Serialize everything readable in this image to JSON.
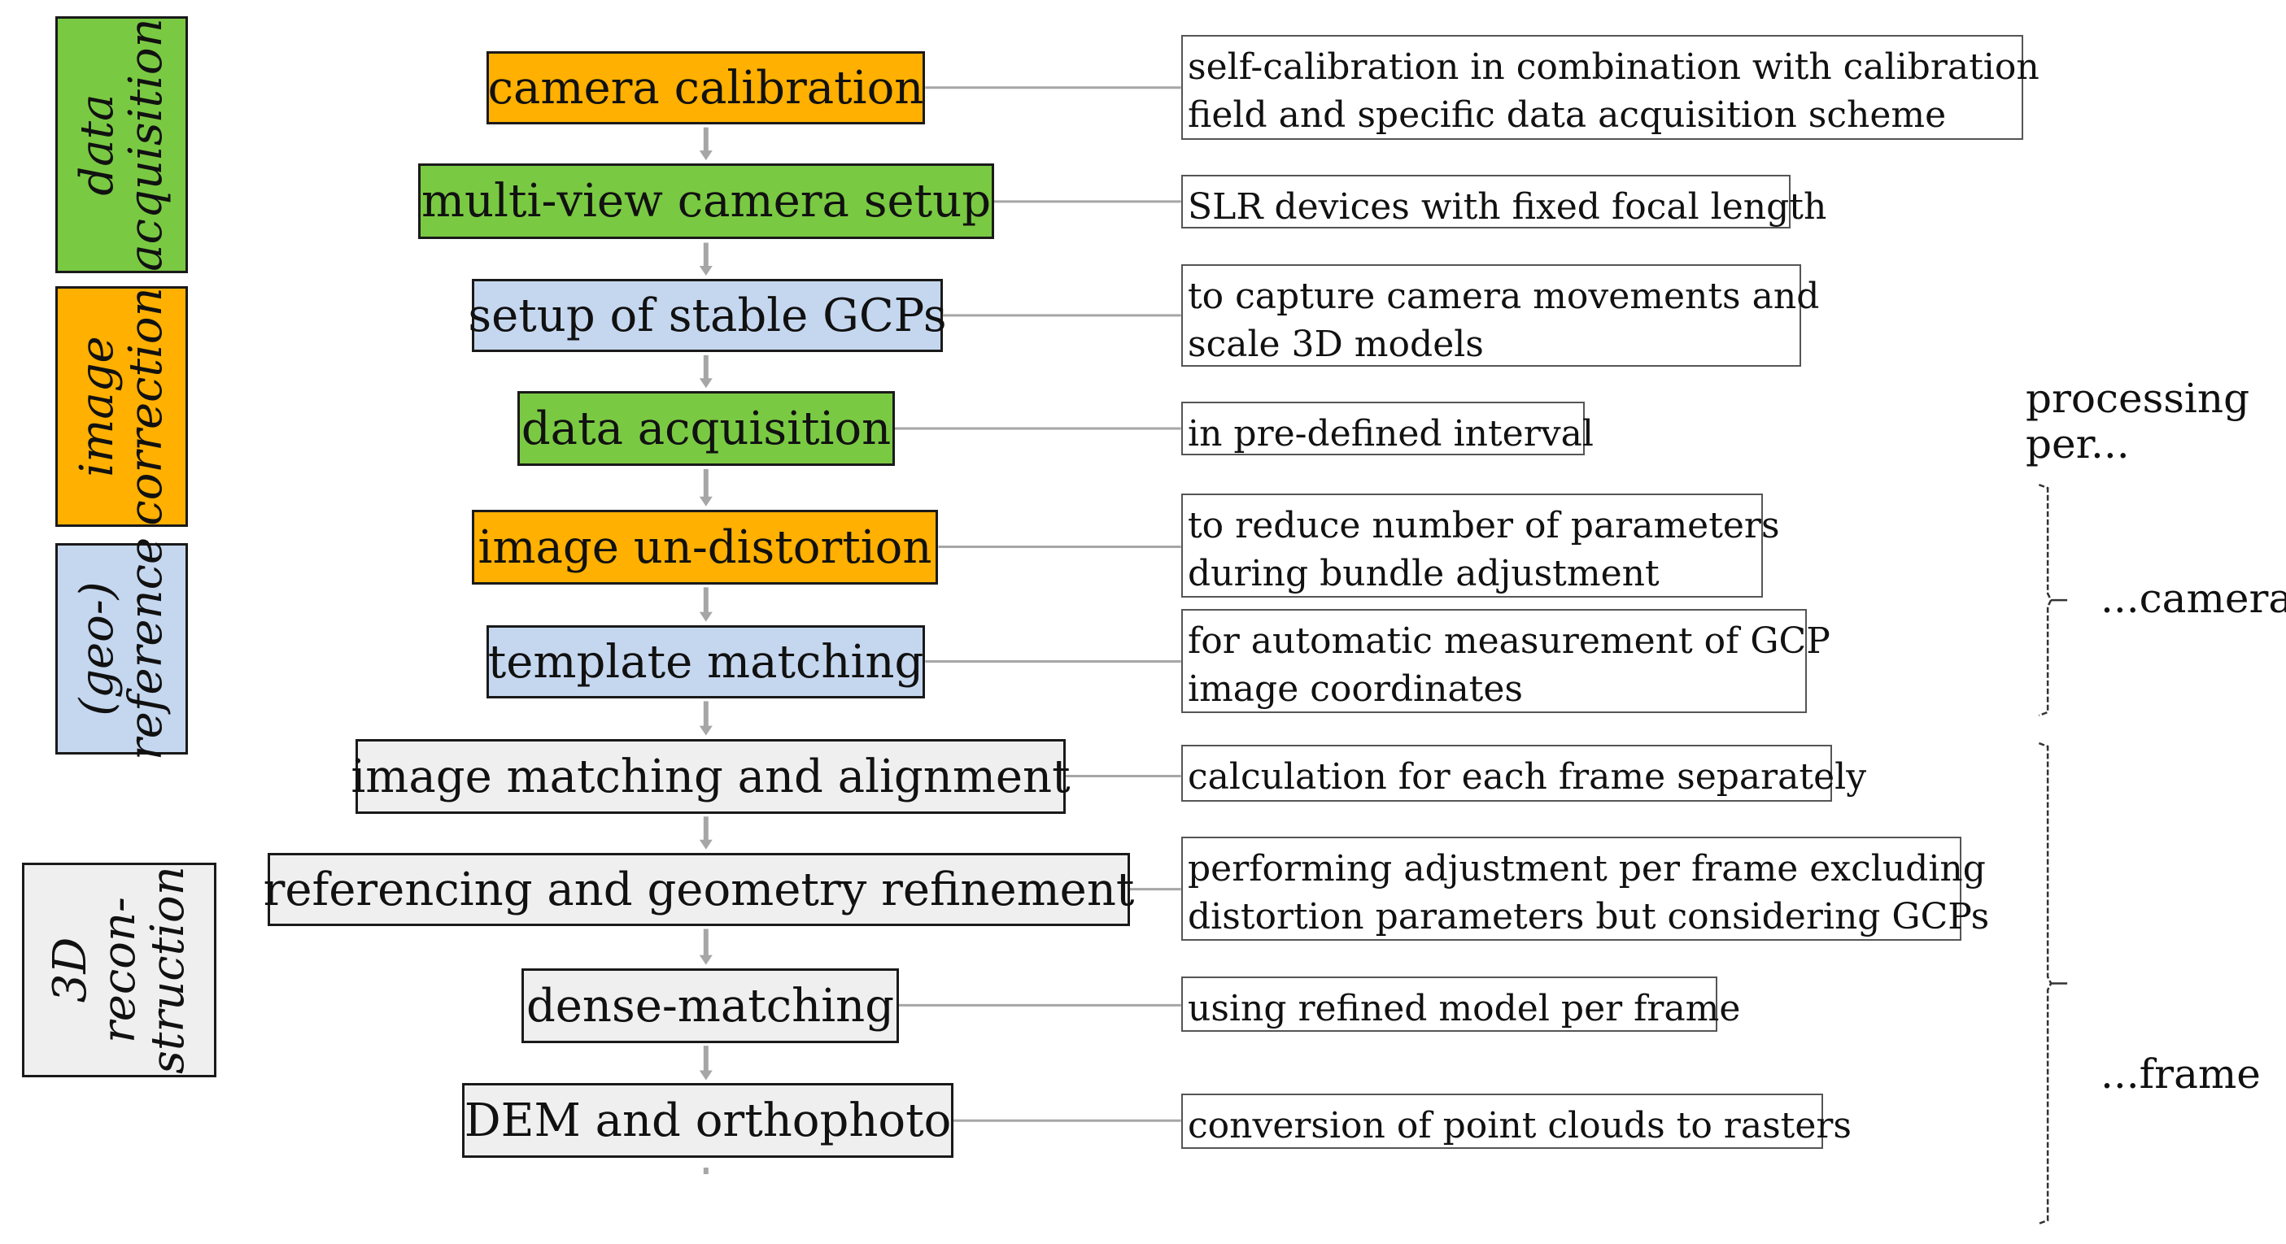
{
  "colors": {
    "orange": "#ffb000",
    "green": "#7ac943",
    "blue": "#c5d7ef",
    "gray": "#efefef",
    "connector": "#a6a6a6"
  },
  "phases": [
    {
      "lines": [
        "data",
        "acquisition"
      ],
      "color": "#7ac943"
    },
    {
      "lines": [
        "image",
        "correction"
      ],
      "color": "#ffb000"
    },
    {
      "lines": [
        "(geo-)",
        "reference"
      ],
      "color": "#c5d7ef"
    },
    {
      "lines": [
        "3D",
        "recon-",
        "struction"
      ],
      "color": "#efefef"
    }
  ],
  "steps": [
    {
      "label": "camera calibration",
      "color": "#ffb000",
      "note": [
        "self-calibration in combination with calibration",
        "field and specific data acquisition scheme"
      ]
    },
    {
      "label": "multi-view camera setup",
      "color": "#7ac943",
      "note": [
        "SLR devices with fixed focal length"
      ]
    },
    {
      "label": "setup of stable GCPs",
      "color": "#c5d7ef",
      "note": [
        "to capture camera movements and",
        "scale 3D models"
      ]
    },
    {
      "label": "data acquisition",
      "color": "#7ac943",
      "note": [
        "in pre-defined interval"
      ]
    },
    {
      "label": "image un-distortion",
      "color": "#ffb000",
      "note": [
        "to reduce number of parameters",
        "during bundle adjustment"
      ]
    },
    {
      "label": "template matching",
      "color": "#c5d7ef",
      "note": [
        "for automatic measurement of GCP",
        "image coordinates"
      ]
    },
    {
      "label": "image matching and alignment",
      "color": "#efefef",
      "note": [
        "calculation for each frame separately"
      ]
    },
    {
      "label": "referencing and geometry refinement",
      "color": "#efefef",
      "note": [
        "performing adjustment per frame excluding",
        "distortion parameters but considering GCPs"
      ]
    },
    {
      "label": "dense-matching",
      "color": "#efefef",
      "note": [
        "using refined model per frame"
      ]
    },
    {
      "label": "DEM and orthophoto",
      "color": "#efefef",
      "note": [
        "conversion of point clouds to rasters"
      ]
    }
  ],
  "processing": {
    "heading": [
      "processing",
      "per..."
    ],
    "camera_label": "...camera",
    "frame_label": "...frame"
  }
}
